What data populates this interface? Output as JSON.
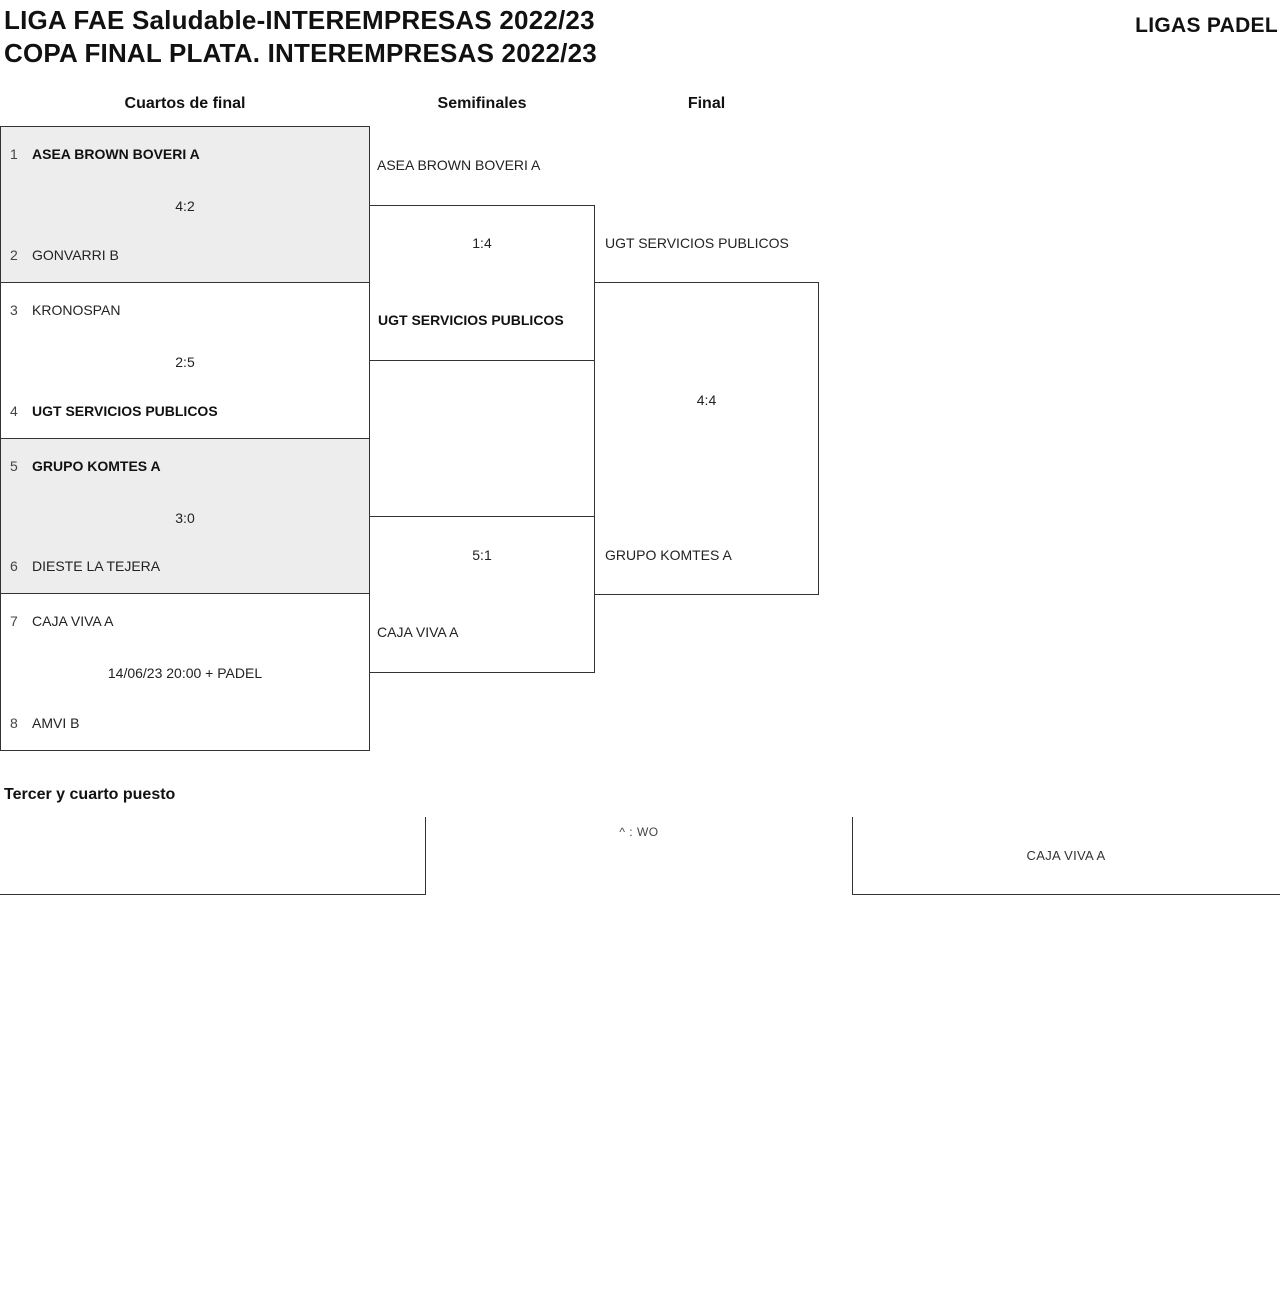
{
  "header": {
    "title_line1": "LIGA FAE Saludable-INTEREMPRESAS 2022/23",
    "title_line2": "COPA FINAL PLATA. INTEREMPRESAS 2022/23",
    "brand": "LIGAS PADEL"
  },
  "round_headers": {
    "quarters": "Cuartos de final",
    "semis": "Semifinales",
    "final": "Final"
  },
  "quarterfinals": [
    {
      "seed1": "1",
      "team1": "ASEA BROWN BOVERI A",
      "team1_winner": true,
      "score": "4:2",
      "seed2": "2",
      "team2": "GONVARRI B",
      "team2_winner": false
    },
    {
      "seed1": "3",
      "team1": "KRONOSPAN",
      "team1_winner": false,
      "score": "2:5",
      "seed2": "4",
      "team2": "UGT SERVICIOS PUBLICOS",
      "team2_winner": true
    },
    {
      "seed1": "5",
      "team1": "GRUPO KOMTES A",
      "team1_winner": true,
      "score": "3:0",
      "seed2": "6",
      "team2": "DIESTE LA TEJERA",
      "team2_winner": false
    },
    {
      "seed1": "7",
      "team1": "CAJA VIVA A",
      "team1_winner": false,
      "score": "14/06/23 20:00 + PADEL",
      "seed2": "8",
      "team2": "AMVI B",
      "team2_winner": false
    }
  ],
  "semifinals": [
    {
      "top_team": "ASEA BROWN BOVERI A",
      "top_winner": false,
      "score": "1:4",
      "bottom_team": "UGT SERVICIOS PUBLICOS",
      "bottom_winner": true
    },
    {
      "top_team": "",
      "top_winner": false,
      "score": "5:1",
      "bottom_team": "CAJA VIVA A",
      "bottom_winner": false
    }
  ],
  "final": {
    "top_team": "UGT SERVICIOS PUBLICOS",
    "top_winner": false,
    "score": "4:4",
    "bottom_team": "GRUPO KOMTES A",
    "bottom_winner": false
  },
  "third_place": {
    "heading": "Tercer y cuarto puesto",
    "note": "^ : WO",
    "winner": "CAJA VIVA A"
  }
}
